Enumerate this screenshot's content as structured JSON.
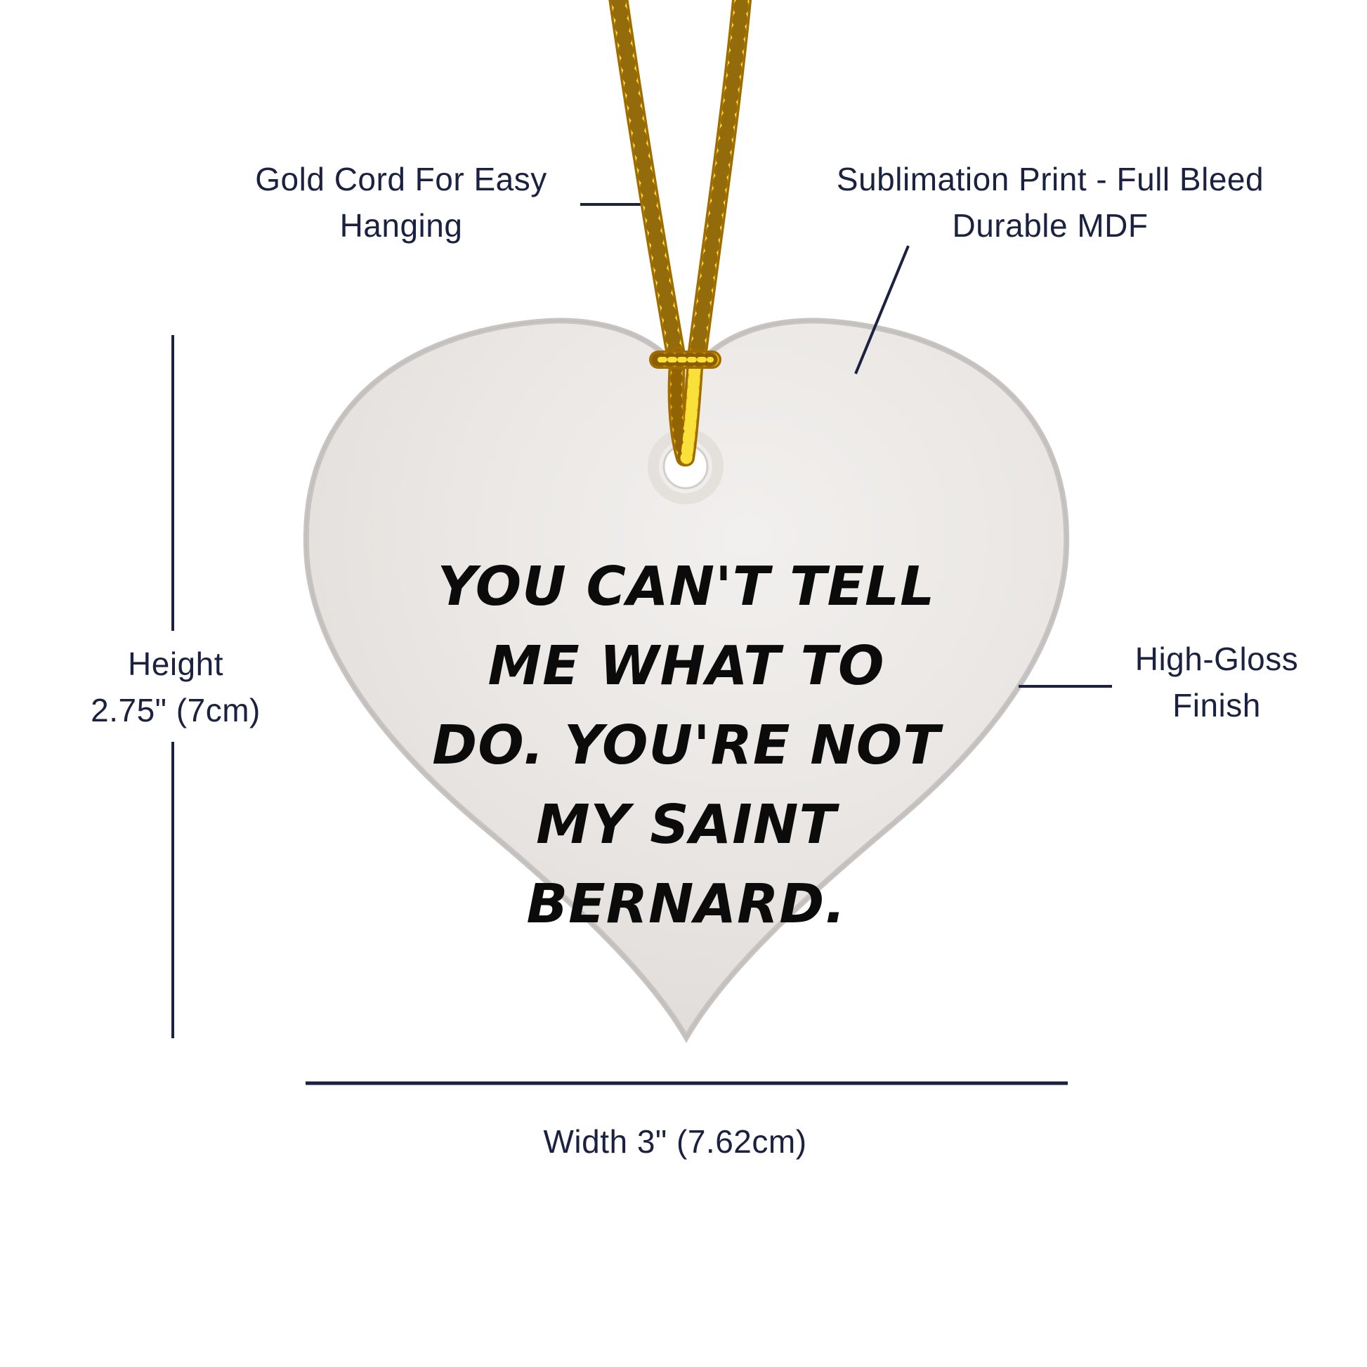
{
  "product": {
    "type_label": "heart ornament",
    "quote_lines": [
      "YOU CAN'T TELL",
      "ME WHAT TO",
      "DO. YOU'RE NOT",
      "MY SAINT",
      "BERNARD."
    ]
  },
  "annotations": {
    "cord": {
      "line1": "Gold Cord For Easy",
      "line2": "Hanging"
    },
    "print": {
      "line1": "Sublimation Print - Full Bleed",
      "line2": "Durable MDF"
    },
    "finish": {
      "line1": "High-Gloss",
      "line2": "Finish"
    },
    "height": {
      "line1": "Height",
      "line2": "2.75\" (7cm)"
    },
    "width": {
      "label": "Width 3\" (7.62cm)"
    }
  },
  "colors": {
    "annotation_text": "#1b2140",
    "callout_line": "#1b2140",
    "cord_gold_bright": "#f5ce0a",
    "cord_gold_dark": "#8a5a00",
    "heart_fill_light": "#f1efed",
    "heart_fill_dark": "#d8d4d1",
    "heart_edge": "#c8c4c1",
    "quote_text": "#0b0b0b",
    "background": "#ffffff"
  }
}
